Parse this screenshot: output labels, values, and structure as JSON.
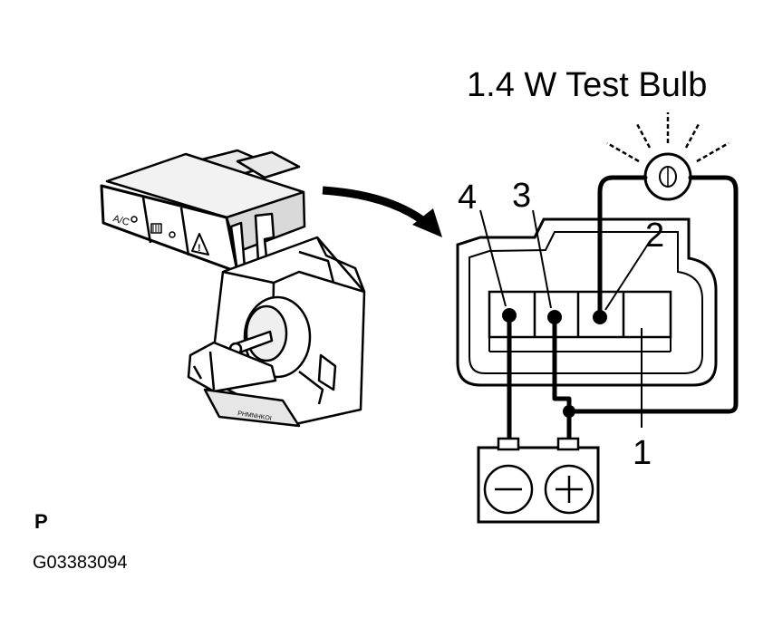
{
  "title": "1.4 W Test Bulb",
  "pins": {
    "p1": "1",
    "p2": "2",
    "p3": "3",
    "p4": "4"
  },
  "part_code": "P",
  "figure_id": "G03383094",
  "switch_buttons": {
    "ac": "A/C",
    "hazard": "!"
  },
  "battery": {
    "negative": "−",
    "positive": "+"
  },
  "switch_stamp": "PHMNHKOI"
}
